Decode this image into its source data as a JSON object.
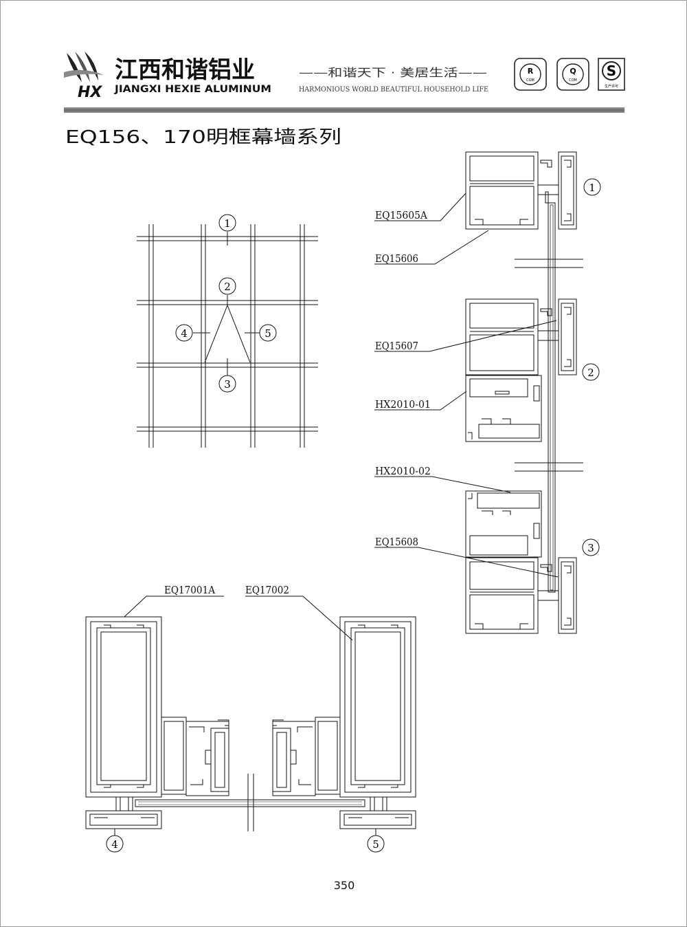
{
  "header": {
    "brand_cn": "江西和谐铝业",
    "brand_en": "JIANGXI HEXIE ALUMINUM",
    "logo_text": "HX",
    "slogan_cn": "——和谐天下 · 美居生活——",
    "slogan_en": "HARMONIOUS WORLD BEAUTIFUL HOUSEHOLD LIFE",
    "cert_r": "R",
    "cert_r_sub": "COM",
    "cert_q": "Q",
    "cert_q_sub": "COM",
    "cert_s": "S",
    "cert_s_sub": "生产许可",
    "accent_bar_color": "#6d6d6d"
  },
  "title": "EQ156、170明框幕墙系列",
  "grid_markers": [
    "1",
    "2",
    "3",
    "4",
    "5"
  ],
  "section_markers": [
    "1",
    "2",
    "3"
  ],
  "horizontal_markers": [
    "4",
    "5"
  ],
  "part_labels": {
    "p1": "EQ15605A",
    "p2": "EQ15606",
    "p3": "EQ15607",
    "p4": "HX2010-01",
    "p5": "HX2010-02",
    "p6": "EQ15608",
    "p7": "EQ17001A",
    "p8": "EQ17002"
  },
  "page_number": "350"
}
